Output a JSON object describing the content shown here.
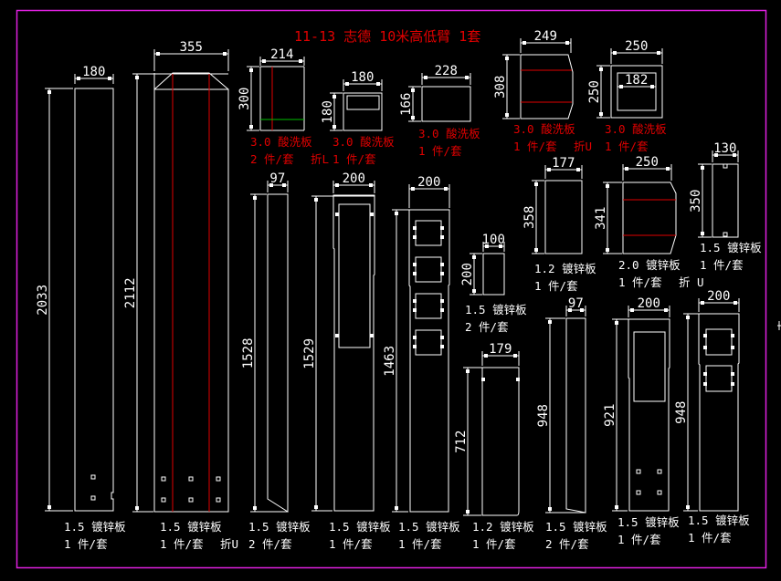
{
  "title": "11-13 志德 10米高低臂 1套",
  "colors": {
    "background": "#000000",
    "line": "#ffffff",
    "accent": "#e00000",
    "frame": "#e020e0",
    "fold": "#00c000"
  },
  "parts": [
    {
      "id": "p1",
      "width_dim": "180",
      "height_dim": "2033",
      "material": "1.5 镀锌板",
      "qty": "1 件/套",
      "note": ""
    },
    {
      "id": "p2",
      "width_dim": "355",
      "height_dim": "2112",
      "material": "1.5 镀锌板",
      "qty": "1 件/套",
      "note": "折U"
    },
    {
      "id": "p3",
      "width_dim": "214",
      "height_dim": "300",
      "material": "3.0 酸洗板",
      "qty": "2 件/套",
      "note": "折L"
    },
    {
      "id": "p4",
      "width_dim": "180",
      "height_dim": "180",
      "material": "3.0 酸洗板",
      "qty": "1 件/套",
      "note": ""
    },
    {
      "id": "p5",
      "width_dim": "228",
      "height_dim": "166",
      "material": "3.0 酸洗板",
      "qty": "1 件/套",
      "note": ""
    },
    {
      "id": "p6",
      "width_dim": "249",
      "height_dim": "308",
      "material": "3.0 酸洗板",
      "qty": "1 件/套",
      "note": "折U"
    },
    {
      "id": "p7",
      "width_dim": "250",
      "height_dim": "250",
      "inner_dim": "182",
      "material": "3.0 酸洗板",
      "qty": "1 件/套",
      "note": ""
    },
    {
      "id": "p8",
      "width_dim": "97",
      "height_dim": "1528",
      "material": "1.5 镀锌板",
      "qty": "2 件/套",
      "note": ""
    },
    {
      "id": "p9",
      "width_dim": "200",
      "height_dim": "1529",
      "material": "1.5 镀锌板",
      "qty": "1 件/套",
      "note": ""
    },
    {
      "id": "p10",
      "width_dim": "200",
      "height_dim": "1463",
      "material": "1.5 镀锌板",
      "qty": "1 件/套",
      "note": ""
    },
    {
      "id": "p11",
      "width_dim": "100",
      "height_dim": "200",
      "material": "1.5 镀锌板",
      "qty": "2 件/套",
      "note": ""
    },
    {
      "id": "p12",
      "width_dim": "177",
      "height_dim": "358",
      "material": "1.2 镀锌板",
      "qty": "1 件/套",
      "note": ""
    },
    {
      "id": "p13",
      "width_dim": "250",
      "height_dim": "341",
      "material": "2.0 镀锌板",
      "qty": "1 件/套",
      "note": "折 U"
    },
    {
      "id": "p14",
      "width_dim": "130",
      "height_dim": "350",
      "material": "1.5 镀锌板",
      "qty": "1 件/套",
      "note": ""
    },
    {
      "id": "p15",
      "width_dim": "179",
      "height_dim": "712",
      "material": "1.2 镀锌板",
      "qty": "1 件/套",
      "note": ""
    },
    {
      "id": "p16",
      "width_dim": "97",
      "height_dim": "948",
      "material": "1.5 镀锌板",
      "qty": "2 件/套",
      "note": ""
    },
    {
      "id": "p17",
      "width_dim": "200",
      "height_dim": "921",
      "material": "1.5 镀锌板",
      "qty": "1 件/套",
      "note": ""
    },
    {
      "id": "p18",
      "width_dim": "200",
      "height_dim": "948",
      "material": "1.5 镀锌板",
      "qty": "1 件/套",
      "note": ""
    }
  ]
}
